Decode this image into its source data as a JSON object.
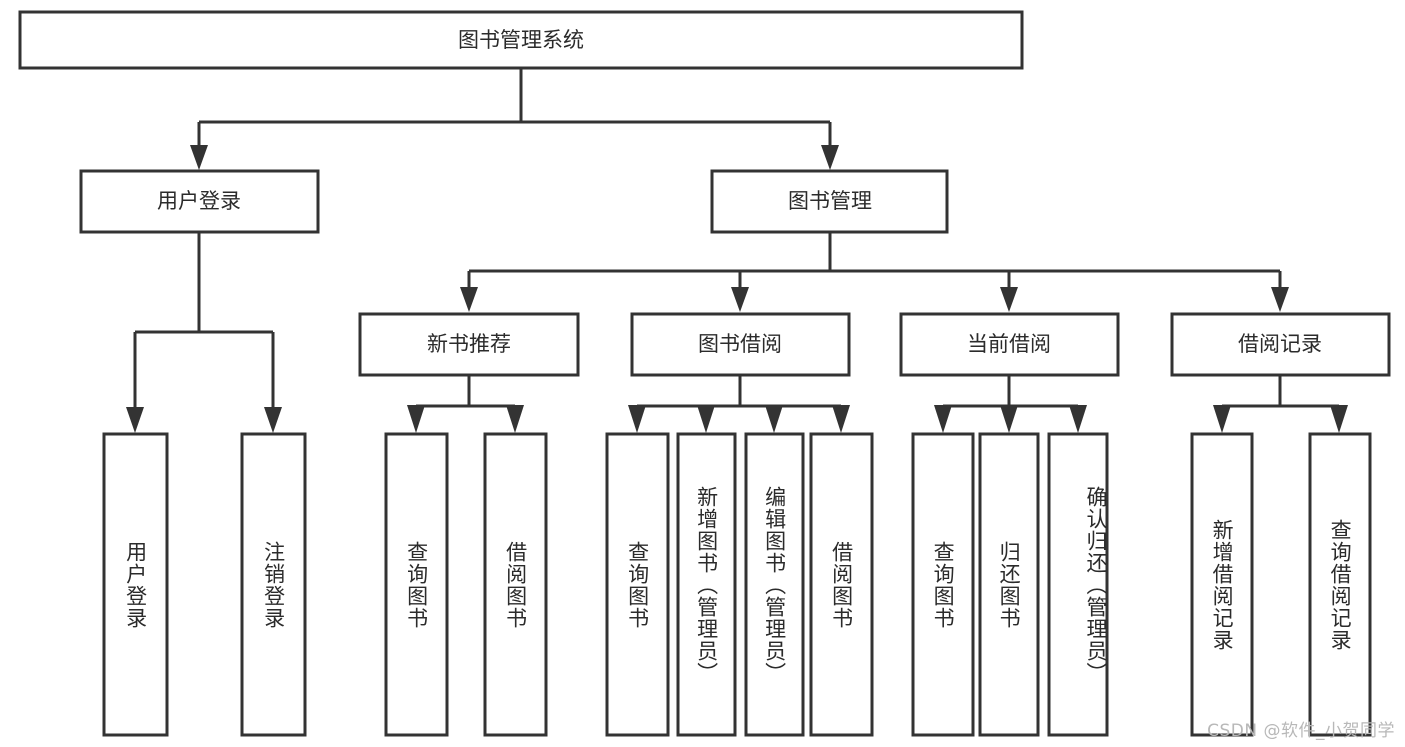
{
  "diagram": {
    "type": "tree-hierarchy",
    "title": "图书管理系统",
    "root": {
      "label": "图书管理系统"
    },
    "level2": [
      {
        "id": "user-login",
        "label": "用户登录"
      },
      {
        "id": "book-manage",
        "label": "图书管理"
      }
    ],
    "level3": [
      {
        "id": "new-book-recommend",
        "label": "新书推荐",
        "parent": "book-manage"
      },
      {
        "id": "book-borrow",
        "label": "图书借阅",
        "parent": "book-manage"
      },
      {
        "id": "current-borrow",
        "label": "当前借阅",
        "parent": "book-manage"
      },
      {
        "id": "borrow-record",
        "label": "借阅记录",
        "parent": "book-manage"
      }
    ],
    "leaves": {
      "user-login": [
        {
          "id": "leaf-user-login",
          "label": "用户登录"
        },
        {
          "id": "leaf-user-logout",
          "label": "注销登录"
        }
      ],
      "new-book-recommend": [
        {
          "id": "leaf-query-book-1",
          "label": "查询图书"
        },
        {
          "id": "leaf-borrow-book-1",
          "label": "借阅图书"
        }
      ],
      "book-borrow": [
        {
          "id": "leaf-query-book-2",
          "label": "查询图书"
        },
        {
          "id": "leaf-add-book",
          "label": "新增图书（管理员）"
        },
        {
          "id": "leaf-edit-book",
          "label": "编辑图书（管理员）"
        },
        {
          "id": "leaf-borrow-book-2",
          "label": "借阅图书"
        }
      ],
      "current-borrow": [
        {
          "id": "leaf-query-book-3",
          "label": "查询图书"
        },
        {
          "id": "leaf-return-book",
          "label": "归还图书"
        },
        {
          "id": "leaf-confirm-return",
          "label": "确认归还（管理员）"
        }
      ],
      "borrow-record": [
        {
          "id": "leaf-add-record",
          "label": "新增借阅记录"
        },
        {
          "id": "leaf-query-record",
          "label": "查询借阅记录"
        }
      ]
    },
    "colors": {
      "box_fill": "#ffffff",
      "box_stroke": "#333333",
      "text": "#2b2b2b",
      "background": "#ffffff",
      "watermark": "#b8b8b8"
    }
  },
  "watermark": {
    "text": "CSDN @软件_小贺同学"
  }
}
